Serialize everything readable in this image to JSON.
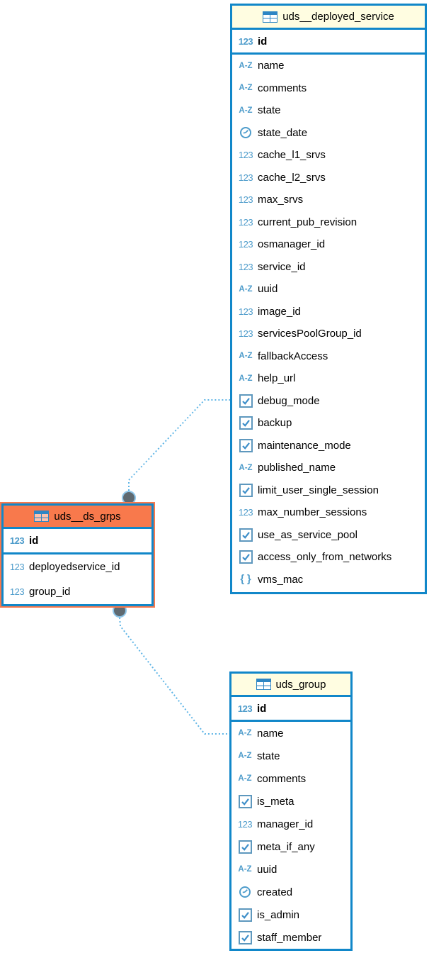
{
  "colors": {
    "table_border_blue": "#1187C9",
    "header_cream": "#FFFDE1",
    "header_orange_selected": "#F8794C",
    "icon_blue": "#4E9CCB",
    "connector_dotted_blue": "#5FB5E6",
    "anchor_gray": "#5F6A71",
    "text": "#000000"
  },
  "icons": {
    "numeric": "123",
    "text": "A-Z",
    "datetime": "clock",
    "boolean": "checkbox-with-check",
    "json": "{ }",
    "table": "blue-grid-table"
  },
  "tables": [
    {
      "name": "uds__deployed_service",
      "selected": false,
      "primary_key": [
        {
          "icon": "numeric",
          "label": "id"
        }
      ],
      "columns": [
        {
          "icon": "text",
          "label": "name"
        },
        {
          "icon": "text",
          "label": "comments"
        },
        {
          "icon": "text",
          "label": "state"
        },
        {
          "icon": "datetime",
          "label": "state_date"
        },
        {
          "icon": "numeric",
          "label": "cache_l1_srvs"
        },
        {
          "icon": "numeric",
          "label": "cache_l2_srvs"
        },
        {
          "icon": "numeric",
          "label": "max_srvs"
        },
        {
          "icon": "numeric",
          "label": "current_pub_revision"
        },
        {
          "icon": "numeric",
          "label": "osmanager_id"
        },
        {
          "icon": "numeric",
          "label": "service_id"
        },
        {
          "icon": "text",
          "label": "uuid"
        },
        {
          "icon": "numeric",
          "label": "image_id"
        },
        {
          "icon": "numeric",
          "label": "servicesPoolGroup_id"
        },
        {
          "icon": "text",
          "label": "fallbackAccess"
        },
        {
          "icon": "text",
          "label": "help_url"
        },
        {
          "icon": "boolean",
          "label": "debug_mode"
        },
        {
          "icon": "boolean",
          "label": "backup"
        },
        {
          "icon": "boolean",
          "label": "maintenance_mode"
        },
        {
          "icon": "text",
          "label": "published_name"
        },
        {
          "icon": "boolean",
          "label": "limit_user_single_session"
        },
        {
          "icon": "numeric",
          "label": "max_number_sessions"
        },
        {
          "icon": "boolean",
          "label": "use_as_service_pool"
        },
        {
          "icon": "boolean",
          "label": "access_only_from_networks"
        },
        {
          "icon": "json",
          "label": "vms_mac"
        }
      ]
    },
    {
      "name": "uds__ds_grps",
      "selected": true,
      "primary_key": [
        {
          "icon": "numeric",
          "label": "id"
        }
      ],
      "columns": [
        {
          "icon": "numeric",
          "label": "deployedservice_id"
        },
        {
          "icon": "numeric",
          "label": "group_id"
        }
      ]
    },
    {
      "name": "uds_group",
      "selected": false,
      "primary_key": [
        {
          "icon": "numeric",
          "label": "id"
        }
      ],
      "columns": [
        {
          "icon": "text",
          "label": "name"
        },
        {
          "icon": "text",
          "label": "state"
        },
        {
          "icon": "text",
          "label": "comments"
        },
        {
          "icon": "boolean",
          "label": "is_meta"
        },
        {
          "icon": "numeric",
          "label": "manager_id"
        },
        {
          "icon": "boolean",
          "label": "meta_if_any"
        },
        {
          "icon": "text",
          "label": "uuid"
        },
        {
          "icon": "datetime",
          "label": "created"
        },
        {
          "icon": "boolean",
          "label": "is_admin"
        },
        {
          "icon": "boolean",
          "label": "staff_member"
        }
      ]
    }
  ],
  "relationships": [
    {
      "from": "uds__ds_grps",
      "to": "uds__deployed_service"
    },
    {
      "from": "uds__ds_grps",
      "to": "uds_group"
    }
  ]
}
